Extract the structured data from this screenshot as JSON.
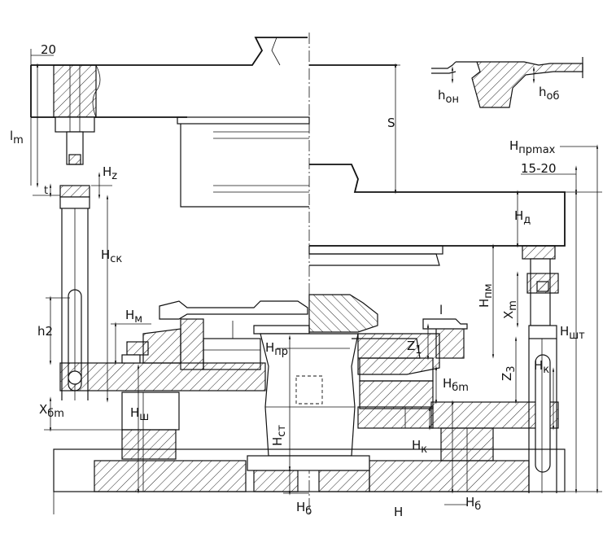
{
  "labels": {
    "dim_20": "20",
    "l_m": "l",
    "l_m_sub": "m",
    "H_z": "H",
    "H_z_sub": "z",
    "H_sk": "H",
    "H_sk_sub": "ск",
    "h2": "h2",
    "H_m": "H",
    "H_m_sub": "м",
    "X_bm": "X",
    "X_bm_sub": "бm",
    "H_sh": "H",
    "H_sh_sub": "ш",
    "H_pr": "H",
    "H_pr_sub": "пр",
    "H_st": "H",
    "H_st_sub": "ст",
    "H_b_left": "H",
    "H_b_left_sub": "б",
    "H_main": "H",
    "S": "S",
    "h_on": "h",
    "h_on_sub": "он",
    "h_ob": "h",
    "h_ob_sub": "об",
    "H_prmax": "H",
    "H_prmax_sub": "прmax",
    "dim_15_20": "15-20",
    "H_d": "H",
    "H_d_sub": "д",
    "H_pm": "H",
    "H_pm_sub": "пм",
    "X_m": "X",
    "X_m_sub": "m",
    "l_small": "l",
    "Z1": "Z",
    "Z1_sub": "1",
    "H_bm": "H",
    "H_bm_sub": "бm",
    "Z3": "Z",
    "Z3_sub": "3",
    "H_k_top": "H",
    "H_k_top_sub": "к",
    "H_sht": "H",
    "H_sht_sub": "шт",
    "H_k_bot": "H",
    "H_k_bot_sub": "к",
    "H_b_right": "H",
    "H_b_right_sub": "б",
    "t_small": "t"
  }
}
